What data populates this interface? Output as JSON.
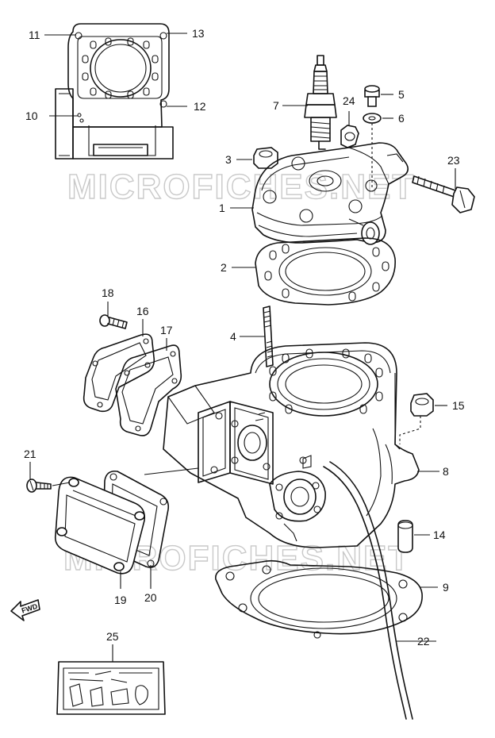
{
  "watermark": "MICROFICHES.NET",
  "fwd_label": "FWD",
  "callouts": [
    {
      "id": "1",
      "text": "1"
    },
    {
      "id": "2",
      "text": "2"
    },
    {
      "id": "3",
      "text": "3"
    },
    {
      "id": "4",
      "text": "4"
    },
    {
      "id": "5",
      "text": "5"
    },
    {
      "id": "6",
      "text": "6"
    },
    {
      "id": "7",
      "text": "7"
    },
    {
      "id": "8",
      "text": "8"
    },
    {
      "id": "9",
      "text": "9"
    },
    {
      "id": "10",
      "text": "10"
    },
    {
      "id": "11",
      "text": "11"
    },
    {
      "id": "12",
      "text": "12"
    },
    {
      "id": "13",
      "text": "13"
    },
    {
      "id": "14",
      "text": "14"
    },
    {
      "id": "15",
      "text": "15"
    },
    {
      "id": "16",
      "text": "16"
    },
    {
      "id": "17",
      "text": "17"
    },
    {
      "id": "18",
      "text": "18"
    },
    {
      "id": "19",
      "text": "19"
    },
    {
      "id": "20",
      "text": "20"
    },
    {
      "id": "21",
      "text": "21"
    },
    {
      "id": "22",
      "text": "22"
    },
    {
      "id": "23",
      "text": "23"
    },
    {
      "id": "24",
      "text": "24"
    },
    {
      "id": "25",
      "text": "25"
    }
  ]
}
